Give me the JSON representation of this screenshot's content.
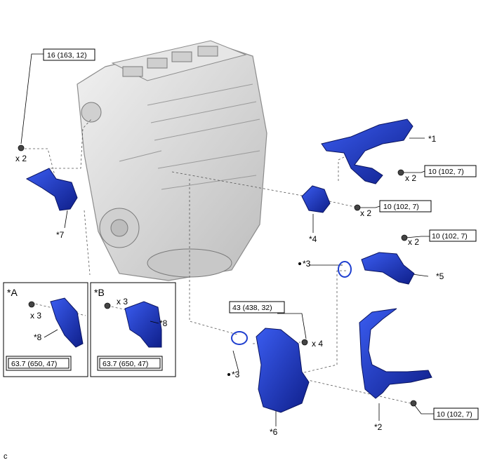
{
  "torque_boxes": {
    "t1": "16 (163, 12)",
    "t2": "10 (102, 7)",
    "t3": "10 (102, 7)",
    "t4": "10 (102, 7)",
    "t5": "43 (438, 32)",
    "t6": "10 (102, 7)",
    "t7": "63.7 (650, 47)",
    "t8": "63.7 (650, 47)"
  },
  "quantities": {
    "q1": "x 2",
    "q2": "x 2",
    "q3": "x 2",
    "q4": "x 2",
    "q5": "x 4",
    "q6": "x 3",
    "q7": "x 3"
  },
  "callouts": {
    "c1": "*1",
    "c2": "*2",
    "c3a": "*3",
    "c3b": "*3",
    "c4": "*4",
    "c5": "*5",
    "c6": "*6",
    "c7": "*7",
    "c8a": "*8",
    "c8b": "*8"
  },
  "views": {
    "a": "*A",
    "b": "*B"
  },
  "footer": {
    "code": "c"
  },
  "colors": {
    "part_blue": "#1f3fcf",
    "part_blue_dark": "#0f1f8a",
    "engine_gray": "#d9d9d9",
    "engine_line": "#8c8c8c"
  }
}
